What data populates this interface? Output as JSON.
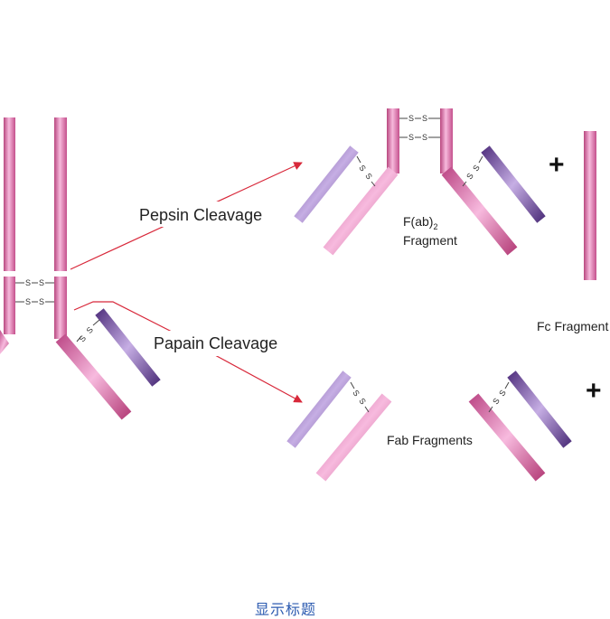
{
  "labels": {
    "pepsin": "Pepsin Cleavage",
    "papain": "Papain Cleavage",
    "fab2_main": "F(ab)",
    "fab2_sub": "2",
    "fab2_fragment": "Fragment",
    "fc_fragment": "Fc Fragment",
    "fab_fragments": "Fab Fragments",
    "disulfide": "S",
    "plus": "+",
    "footer": "显示标题"
  },
  "colors": {
    "heavy_chain": "#e57fb8",
    "light_chain": "#8b62b2",
    "arrow": "#d8283a"
  }
}
